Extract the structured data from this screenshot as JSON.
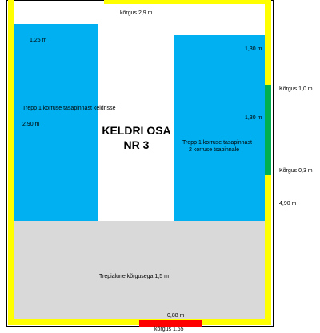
{
  "colors": {
    "wall": "#ffff00",
    "blue": "#00b0f0",
    "gray": "#d9d9d9",
    "green": "#00b050",
    "red": "#ff0000",
    "outline": "#000000"
  },
  "plan": {
    "title_line1": "KELDRI OSA",
    "title_line2": "NR 3",
    "top_height": "kõrgus 2,9 m",
    "left_top_dim": "1,25 m",
    "right_top_dim": "1,30 m",
    "right_mid_dim": "1,30 m",
    "left_stair": "Trepp 1 korruse tasapinnast keldrisse",
    "left_stair_dim": "2,90 m",
    "right_stair_line1": "Trepp 1 korruse tasapinnast",
    "right_stair_line2": "2 korruse tsapinnale",
    "under_stairs": "Trepialune kõrgusega 1,5 m",
    "bottom_dim": "0,88 m",
    "bottom_height": "kõrgus 1,65"
  },
  "sidebar": {
    "height_1": "Kõrgus 1,0 m",
    "height_2": "Kõrgus 0,3 m",
    "width": "4,90 m"
  }
}
